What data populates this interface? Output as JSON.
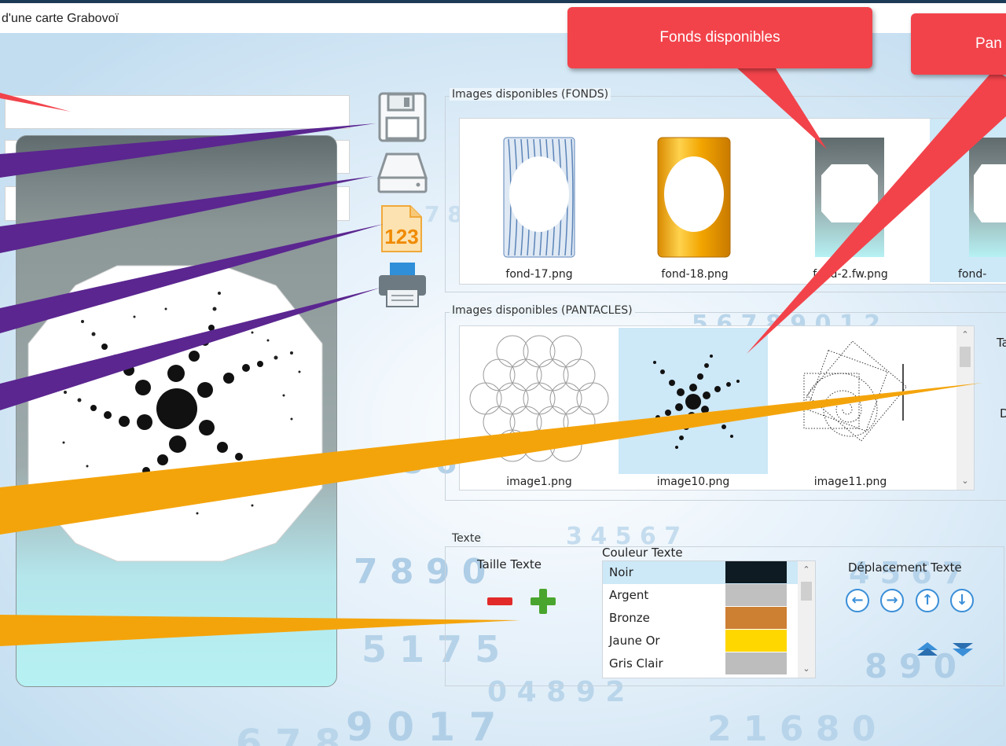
{
  "window": {
    "title": "d'une carte Grabovoï"
  },
  "callouts": {
    "fonds": "Fonds disponibles",
    "pantacles": "Pan"
  },
  "fonds_section": {
    "legend": "Images disponibles (FONDS)",
    "items": [
      {
        "label": "fond-17.png",
        "style": "blue-wood"
      },
      {
        "label": "fond-18.png",
        "style": "gold"
      },
      {
        "label": "fond-2.fw.png",
        "style": "teal-octagon"
      },
      {
        "label": "fond-",
        "style": "teal-octagon-selected"
      }
    ]
  },
  "pantacles_section": {
    "legend": "Images disponibles (PANTACLES)",
    "items": [
      {
        "label": "image1.png",
        "selected": false
      },
      {
        "label": "image10.png",
        "selected": true
      },
      {
        "label": "image11.png",
        "selected": false
      }
    ],
    "side_labels": [
      "Ta",
      "D"
    ]
  },
  "texte_section": {
    "legend": "Texte",
    "taille_label": "Taille Texte",
    "couleur_label": "Couleur Texte",
    "deplacement_label": "Déplacement Texte",
    "colors": [
      {
        "name": "Noir",
        "hex": "#0e1b22",
        "selected": true
      },
      {
        "name": "Argent",
        "hex": "#c0c0c0",
        "selected": false
      },
      {
        "name": "Bronze",
        "hex": "#cd7f32",
        "selected": false
      },
      {
        "name": "Jaune Or",
        "hex": "#ffd700",
        "selected": false
      },
      {
        "name": "Gris Clair",
        "hex": "#bdbdbd",
        "selected": false
      }
    ]
  },
  "toolbar": {
    "save_icon": "floppy-disk-icon",
    "drive_icon": "hard-drive-icon",
    "numbers_icon": "numbers-document-icon",
    "numbers_text": "123",
    "print_icon": "printer-icon"
  },
  "nav_icons": [
    "left",
    "right",
    "up",
    "down",
    "layer-up",
    "layer-down"
  ],
  "colors": {
    "callout_red": "#f2434b",
    "purple_pointer": "#5b2690",
    "orange_pointer": "#f4a40b",
    "selection_blue": "#cde8f7",
    "accent_blue": "#3a8fd8"
  }
}
